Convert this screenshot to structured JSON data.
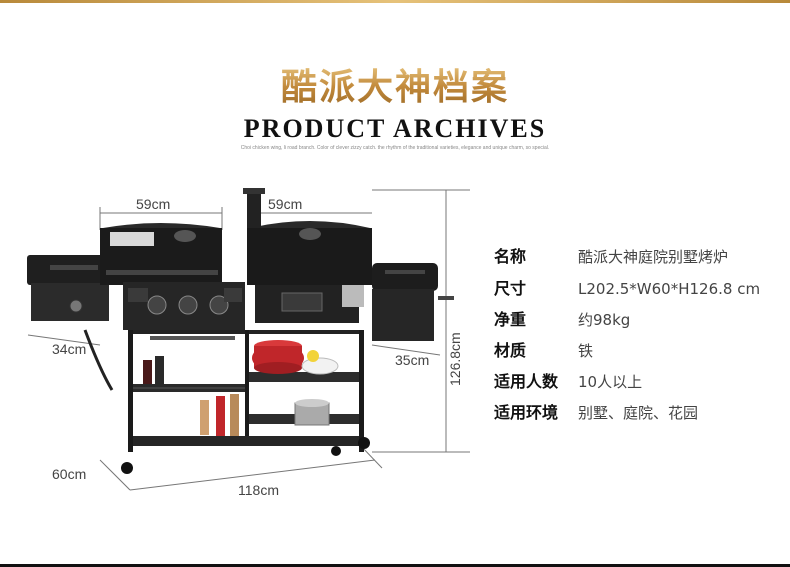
{
  "header": {
    "title_cn": "酷派大神档案",
    "title_en": "PRODUCT ARCHIVES",
    "tagline": "Choi chicken wing, li road branch. Color of clever zizzy catch. the rhythm of the traditional varieties, elegance and unique charm, so special."
  },
  "dimensions": {
    "left_chamber_width": "59cm",
    "right_chamber_width": "59cm",
    "side_burner_width": "34cm",
    "firebox_width": "35cm",
    "height": "126.8cm",
    "depth": "60cm",
    "total_width": "118cm"
  },
  "specs": [
    {
      "label": "名称",
      "value": "酷派大神庭院别墅烤炉"
    },
    {
      "label": "尺寸",
      "value": "L202.5*W60*H126.8 cm"
    },
    {
      "label": "净重",
      "value": "约98kg"
    },
    {
      "label": "材质",
      "value": "铁"
    },
    {
      "label": "适用人数",
      "value": "10人以上"
    },
    {
      "label": "适用环境",
      "value": "别墅、庭院、花园"
    }
  ],
  "colors": {
    "gold": "#c28a3c",
    "grill_black": "#1c1c1c",
    "cookware_red": "#c0262a"
  }
}
